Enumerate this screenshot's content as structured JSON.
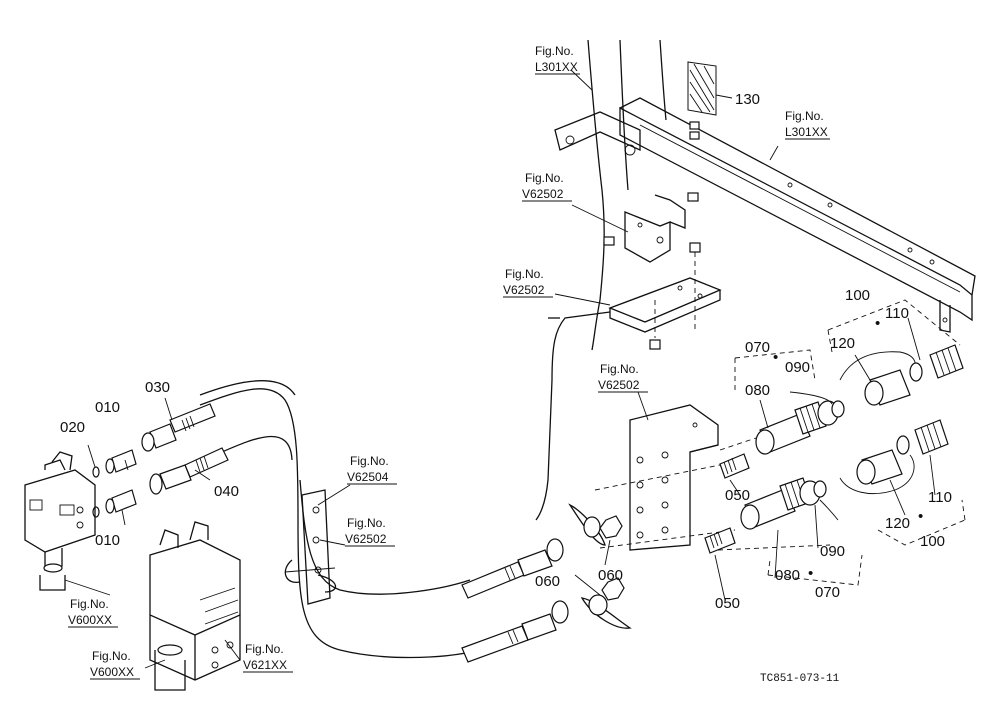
{
  "part_numbers": {
    "p010a": "010",
    "p010b": "010",
    "p020": "020",
    "p030": "030",
    "p040": "040",
    "p050a": "050",
    "p050b": "050",
    "p060a": "060",
    "p060b": "060",
    "p070a": "070",
    "p070b": "070",
    "p080a": "080",
    "p080b": "080",
    "p090a": "090",
    "p090b": "090",
    "p100a": "100",
    "p100b": "100",
    "p110a": "110",
    "p110b": "110",
    "p120a": "120",
    "p120b": "120",
    "p130": "130",
    "dot": "•"
  },
  "figure_refs": {
    "fig_label": "Fig.No.",
    "l301_a": "L301XX",
    "l301_b": "L301XX",
    "v62502_a": "V62502",
    "v62502_b": "V62502",
    "v62502_c": "V62502",
    "v62502_d": "V62502",
    "v62504": "V62504",
    "v600_a": "V600XX",
    "v600_b": "V600XX",
    "v621": "V621XX"
  },
  "drawing_code": "TC851-073-11"
}
